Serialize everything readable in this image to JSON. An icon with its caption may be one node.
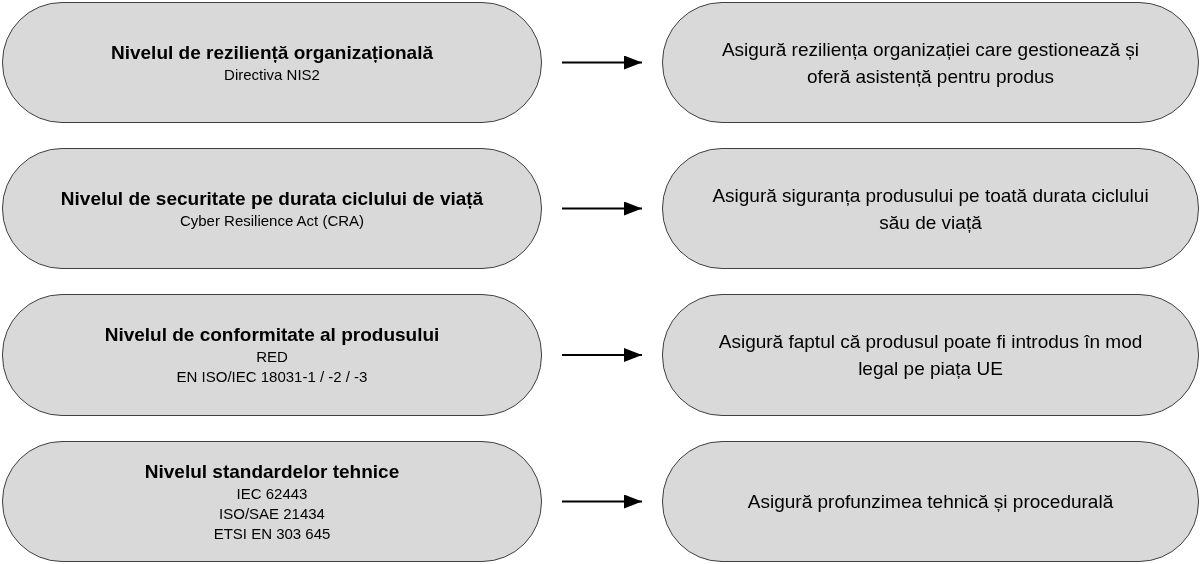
{
  "diagram": {
    "nodes": [
      {
        "text": [
          "Nivelul de reziliență organizațională",
          "Directiva NIS2"
        ]
      },
      {
        "text": [
          "Asigură reziliența organizației care gestionează și oferă asistență pentru produs"
        ]
      },
      {
        "text": [
          "Nivelul de securitate pe durata ciclului de viață",
          "Cyber Resilience Act (CRA)"
        ]
      },
      {
        "text": [
          "Asigură siguranța produsului pe toată durata ciclului său de viață"
        ]
      },
      {
        "text": [
          "Nivelul de conformitate al produsului",
          "RED",
          "EN ISO/IEC 18031-1 / -2 / -3"
        ]
      },
      {
        "text": [
          "Asigură faptul că produsul poate fi introdus în mod legal pe piața UE"
        ]
      },
      {
        "text": [
          "Nivelul standardelor tehnice",
          "IEC 62443",
          "ISO/SAE 21434",
          "ETSI EN 303 645"
        ]
      },
      {
        "text": [
          "Asigură profunzimea tehnică și procedurală"
        ]
      }
    ],
    "edges": [
      {
        "from": 0,
        "to": 1,
        "arrow": "to"
      },
      {
        "from": 2,
        "to": 3,
        "arrow": "to"
      },
      {
        "from": 4,
        "to": 5,
        "arrow": "to"
      },
      {
        "from": 6,
        "to": 7,
        "arrow": "to"
      }
    ]
  }
}
